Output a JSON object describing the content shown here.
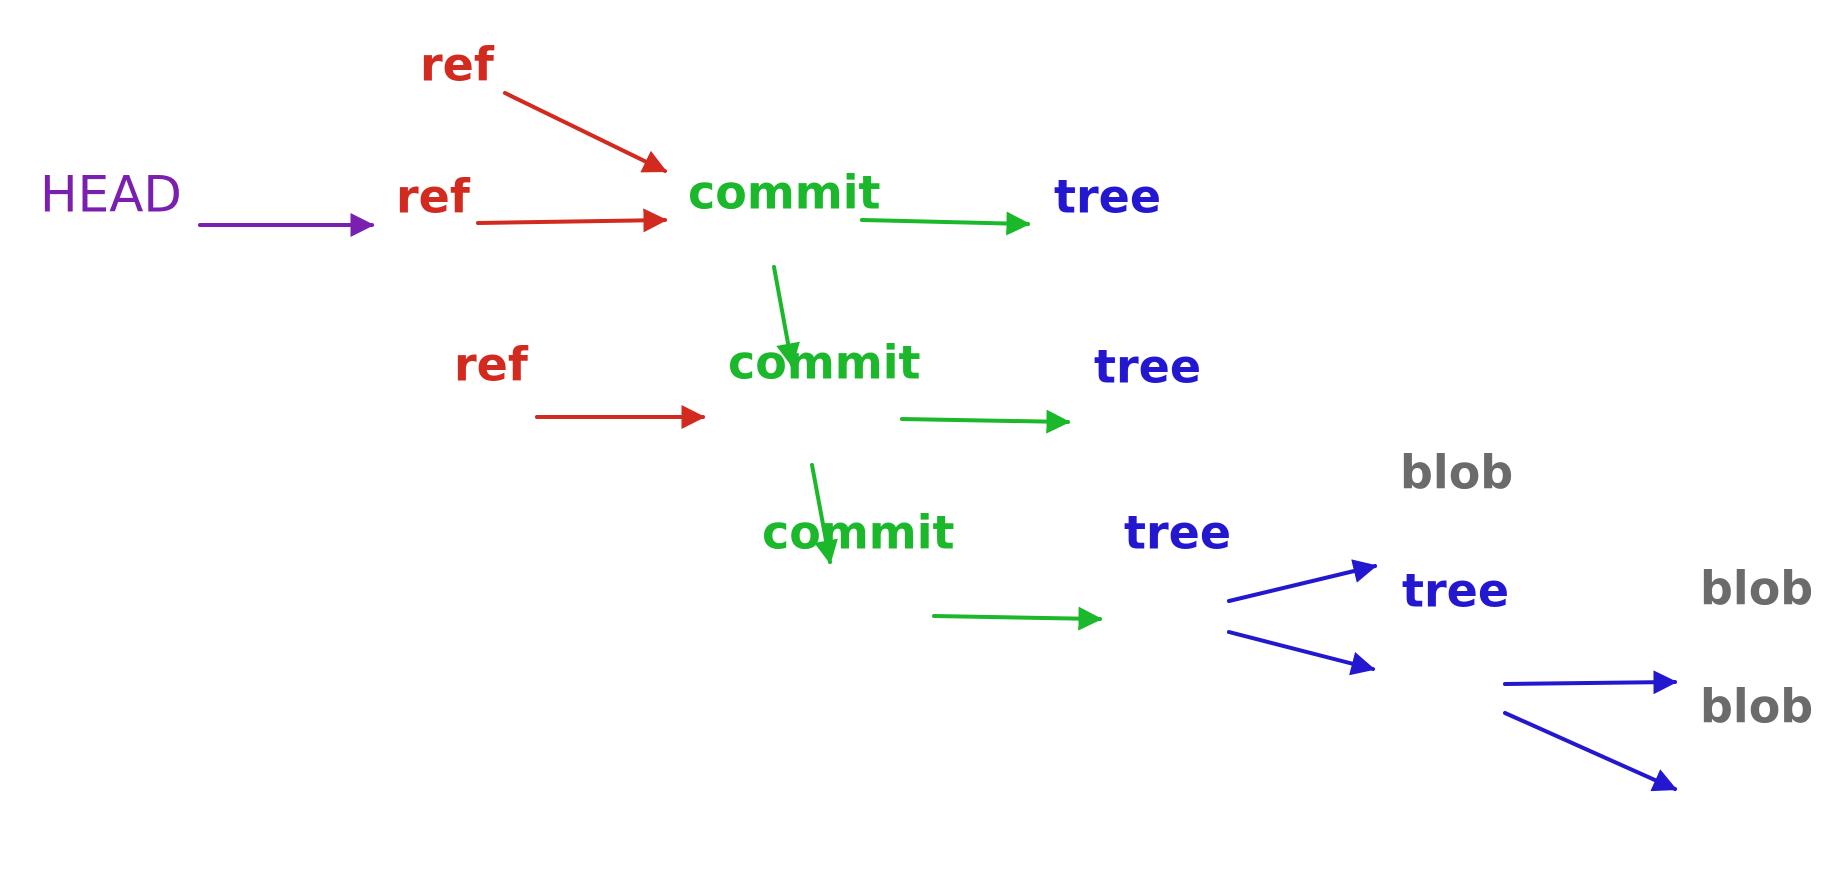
{
  "colors": {
    "head": "#7a1fb0",
    "ref": "#d22a1e",
    "commit": "#1ab82a",
    "tree": "#2318d0",
    "blob": "#6b6b6b"
  },
  "nodes": {
    "head": {
      "label": "HEAD",
      "kind": "head"
    },
    "ref_top": {
      "label": "ref",
      "kind": "ref"
    },
    "ref_1": {
      "label": "ref",
      "kind": "ref"
    },
    "ref_2": {
      "label": "ref",
      "kind": "ref"
    },
    "commit_1": {
      "label": "commit",
      "kind": "commit"
    },
    "commit_2": {
      "label": "commit",
      "kind": "commit"
    },
    "commit_3": {
      "label": "commit",
      "kind": "commit"
    },
    "tree_1": {
      "label": "tree",
      "kind": "tree"
    },
    "tree_2": {
      "label": "tree",
      "kind": "tree"
    },
    "tree_3": {
      "label": "tree",
      "kind": "tree"
    },
    "tree_4": {
      "label": "tree",
      "kind": "tree"
    },
    "blob_1": {
      "label": "blob",
      "kind": "blob"
    },
    "blob_2": {
      "label": "blob",
      "kind": "blob"
    },
    "blob_3": {
      "label": "blob",
      "kind": "blob"
    }
  },
  "edges": [
    {
      "from": "head",
      "to": "ref_1",
      "kind": "head"
    },
    {
      "from": "ref_top",
      "to": "commit_1",
      "kind": "ref"
    },
    {
      "from": "ref_1",
      "to": "commit_1",
      "kind": "ref"
    },
    {
      "from": "ref_2",
      "to": "commit_2",
      "kind": "ref"
    },
    {
      "from": "commit_1",
      "to": "tree_1",
      "kind": "commit"
    },
    {
      "from": "commit_1",
      "to": "commit_2",
      "kind": "commit"
    },
    {
      "from": "commit_2",
      "to": "tree_2",
      "kind": "commit"
    },
    {
      "from": "commit_2",
      "to": "commit_3",
      "kind": "commit"
    },
    {
      "from": "commit_3",
      "to": "tree_3",
      "kind": "commit"
    },
    {
      "from": "tree_3",
      "to": "blob_1",
      "kind": "tree"
    },
    {
      "from": "tree_3",
      "to": "tree_4",
      "kind": "tree"
    },
    {
      "from": "tree_4",
      "to": "blob_2",
      "kind": "tree"
    },
    {
      "from": "tree_4",
      "to": "blob_3",
      "kind": "tree"
    }
  ]
}
